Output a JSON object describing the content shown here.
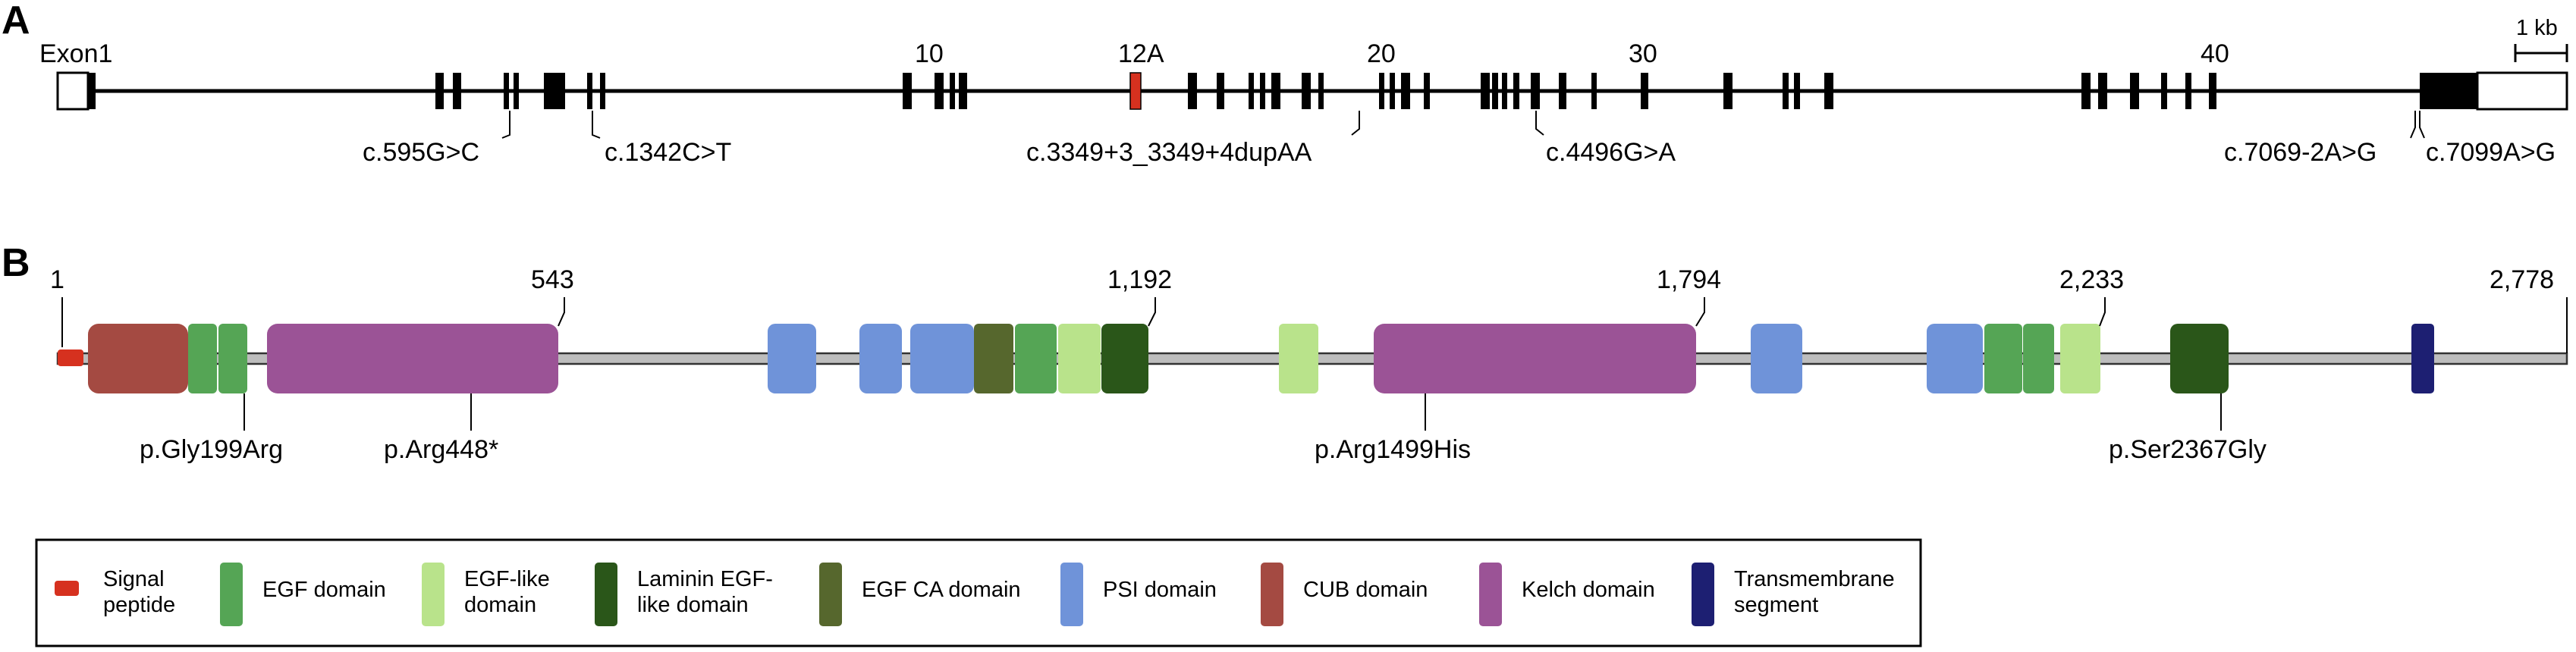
{
  "panel_a": {
    "letter": "A",
    "exon1_label": "Exon1",
    "exon_numbers": [
      "10",
      "12A",
      "20",
      "30",
      "40"
    ],
    "scale_label": "1 kb",
    "variants": [
      "c.595G>C",
      "c.1342C>T",
      "c.3349+3_3349+4dupAA",
      "c.4496G>A",
      "c.7069-2A>G",
      "c.7099A>G"
    ],
    "highlight_color": "#d6311f"
  },
  "panel_b": {
    "letter": "B",
    "positions": [
      "1",
      "543",
      "1,192",
      "1,794",
      "2,233",
      "2,778"
    ],
    "variants": [
      "p.Gly199Arg",
      "p.Arg448*",
      "p.Arg1499His",
      "p.Ser2367Gly"
    ]
  },
  "legend": {
    "items": [
      {
        "lines": [
          "Signal",
          "peptide"
        ],
        "color": "#d6311f",
        "icon": "signal-peptide-swatch"
      },
      {
        "lines": [
          "EGF domain"
        ],
        "color": "#55a555",
        "icon": "egf-swatch"
      },
      {
        "lines": [
          "EGF-like",
          "domain"
        ],
        "color": "#b9e38b",
        "icon": "egf-like-swatch"
      },
      {
        "lines": [
          "Laminin EGF-",
          "like domain"
        ],
        "color": "#2a5619",
        "icon": "laminin-swatch"
      },
      {
        "lines": [
          "EGF CA domain"
        ],
        "color": "#56672d",
        "icon": "egf-ca-swatch"
      },
      {
        "lines": [
          "PSI domain"
        ],
        "color": "#6f93d9",
        "icon": "psi-swatch"
      },
      {
        "lines": [
          "CUB domain"
        ],
        "color": "#a44a42",
        "icon": "cub-swatch"
      },
      {
        "lines": [
          "Kelch domain"
        ],
        "color": "#9b5396",
        "icon": "kelch-swatch"
      },
      {
        "lines": [
          "Transmembrane",
          "segment"
        ],
        "color": "#1d1f72",
        "icon": "transmembrane-swatch"
      }
    ]
  }
}
